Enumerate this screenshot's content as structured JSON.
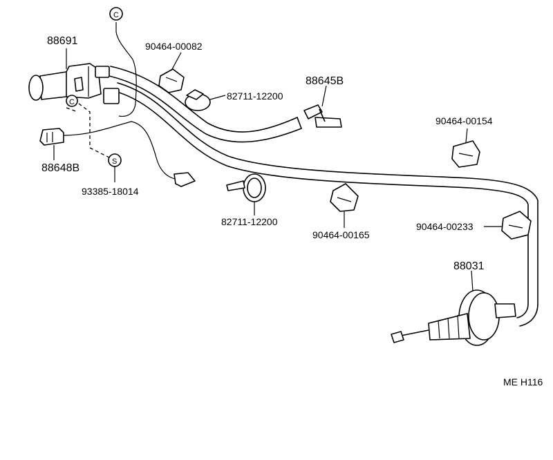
{
  "parts": {
    "p88691": "88691",
    "p90464_00082": "90464-00082",
    "p82711_12200_a": "82711-12200",
    "p88645b": "88645B",
    "p90464_00154": "90464-00154",
    "p88648b": "88648B",
    "p93385_18014": "93385-18014",
    "p82711_12200_b": "82711-12200",
    "p90464_00165": "90464-00165",
    "p90464_00233": "90464-00233",
    "p88031": "88031"
  },
  "markers": {
    "c_top": "C",
    "c_mid": "C",
    "s_mark": "S"
  },
  "diagram_code": "ME  H116"
}
